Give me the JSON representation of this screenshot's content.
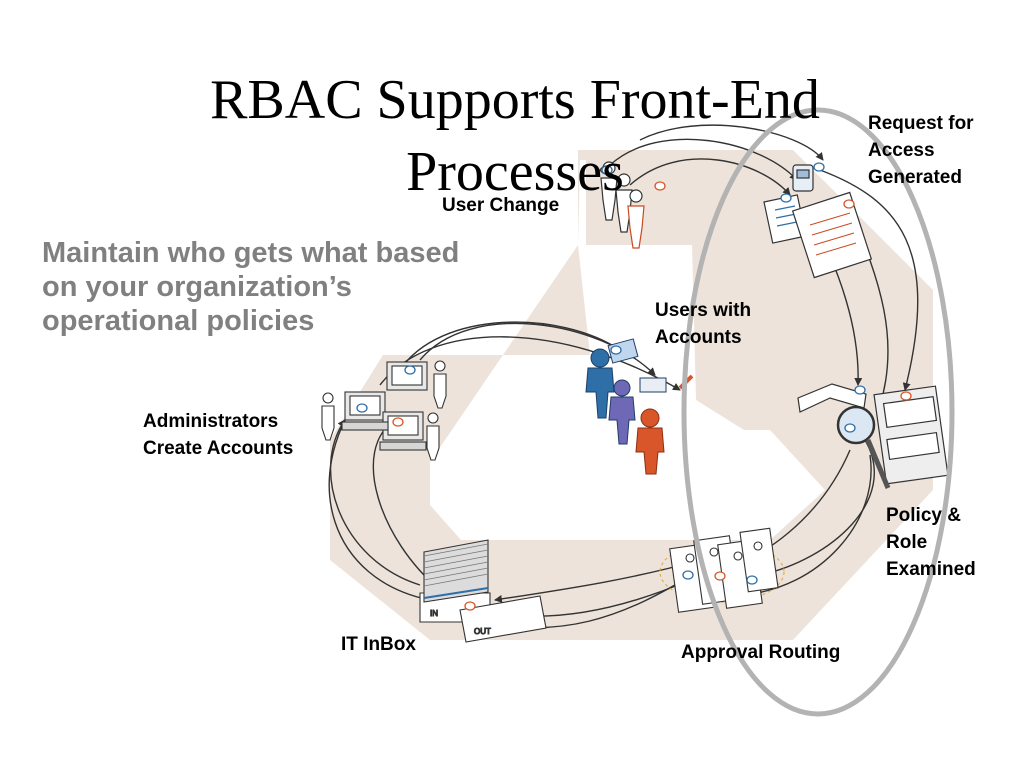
{
  "slide": {
    "title": "RBAC Supports Front-End Processes",
    "subtitle": "Maintain who gets what based on your organization’s operational policies"
  },
  "labels": {
    "user_change": "User Change",
    "request_access": "Request for\nAccess\nGenerated",
    "users_accounts": "Users with\nAccounts",
    "admins": "Administrators\nCreate Accounts",
    "policy_role": "Policy &\nRole\nExamined",
    "it_inbox": "IT InBox",
    "approval_routing": "Approval Routing",
    "tray_in": "IN",
    "tray_out": "OUT"
  },
  "colors": {
    "flow_path": "#ede3da",
    "highlight_ellipse": "#b3b3b3",
    "figure_blue": "#2e6fa8",
    "figure_purple": "#6e68b6",
    "figure_orange": "#d8562a",
    "subtitle": "#808080"
  }
}
